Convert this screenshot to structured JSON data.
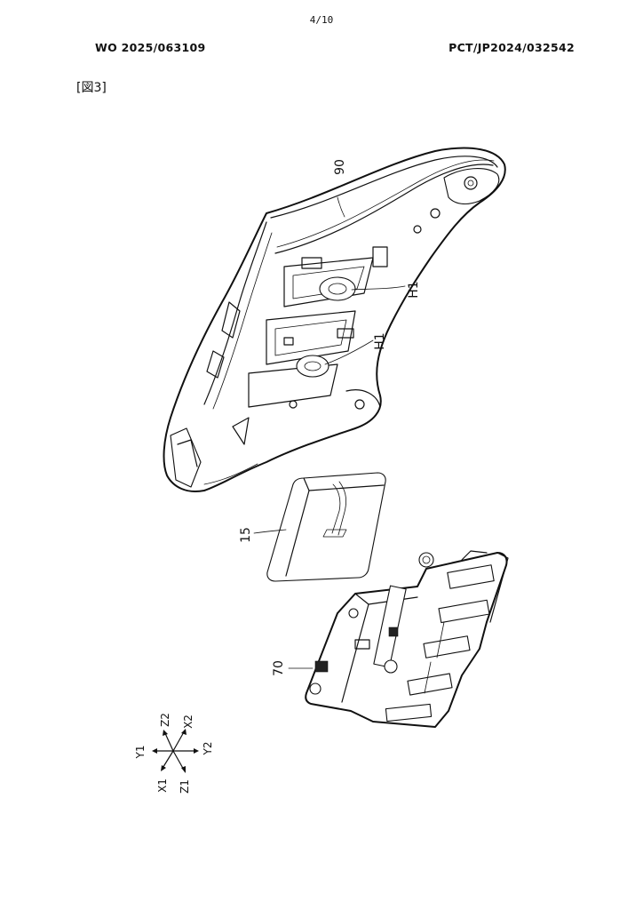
{
  "header": {
    "page_number": "4/10",
    "publication_number": "WO 2025/063109",
    "application_number": "PCT/JP2024/032542"
  },
  "figure": {
    "label": "[図3]",
    "reference_numerals": {
      "cover": "90",
      "holder_upper": "H1",
      "holder_lower": "H1",
      "battery": "15",
      "frame": "70"
    },
    "axes": {
      "x1": "X1",
      "x2": "X2",
      "y1": "Y1",
      "y2": "Y2",
      "z1": "Z1",
      "z2": "Z2"
    }
  }
}
